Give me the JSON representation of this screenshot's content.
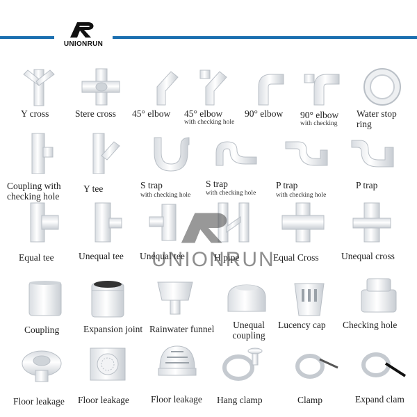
{
  "brand": {
    "name": "UNIONRUN",
    "accent": "#1b6fb0"
  },
  "watermark": {
    "text": "UNIONRUN"
  },
  "products": [
    {
      "label": "Y cross",
      "sub": ""
    },
    {
      "label": "Stere cross",
      "sub": ""
    },
    {
      "label": "45° elbow",
      "sub": ""
    },
    {
      "label": "45° elbow",
      "sub": "with checking hole"
    },
    {
      "label": "90° elbow",
      "sub": ""
    },
    {
      "label": "90° elbow",
      "sub": "with checking"
    },
    {
      "label": "Water stop ring",
      "sub": ""
    },
    {
      "label": "Coupling with checking hole",
      "sub": ""
    },
    {
      "label": "Y tee",
      "sub": ""
    },
    {
      "label": "S trap",
      "sub": "with checking hole"
    },
    {
      "label": "S trap",
      "sub": "with checking hole"
    },
    {
      "label": "P trap",
      "sub": "with checking hole"
    },
    {
      "label": "P trap",
      "sub": ""
    },
    {
      "label": "Equal tee",
      "sub": ""
    },
    {
      "label": "Unequal tee",
      "sub": ""
    },
    {
      "label": "Unequal tee",
      "sub": ""
    },
    {
      "label": "H pipe",
      "sub": ""
    },
    {
      "label": "Equal Cross",
      "sub": ""
    },
    {
      "label": "Unequal cross",
      "sub": ""
    },
    {
      "label": "Coupling",
      "sub": ""
    },
    {
      "label": "Expansion joint",
      "sub": ""
    },
    {
      "label": "Rainwater funnel",
      "sub": ""
    },
    {
      "label": "Unequal coupling",
      "sub": ""
    },
    {
      "label": "Lucency cap",
      "sub": ""
    },
    {
      "label": "Checking hole",
      "sub": ""
    },
    {
      "label": "Floor leakage",
      "sub": ""
    },
    {
      "label": "Floor leakage",
      "sub": ""
    },
    {
      "label": "Floor leakage",
      "sub": ""
    },
    {
      "label": "Hang clamp",
      "sub": ""
    },
    {
      "label": "Clamp",
      "sub": ""
    },
    {
      "label": "Expand clam",
      "sub": ""
    }
  ]
}
